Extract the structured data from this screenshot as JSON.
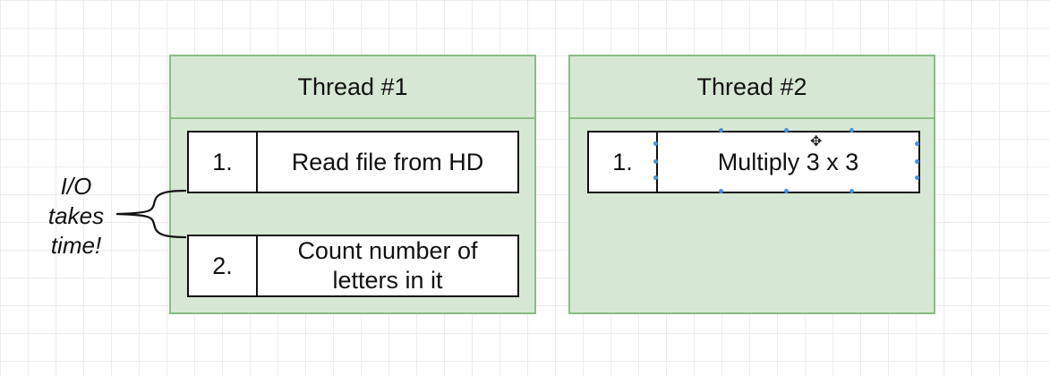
{
  "threads": [
    {
      "title": "Thread #1",
      "tasks": [
        {
          "num": "1.",
          "text": "Read file from HD"
        },
        {
          "num": "2.",
          "text": "Count number of letters in it"
        }
      ]
    },
    {
      "title": "Thread #2",
      "tasks": [
        {
          "num": "1.",
          "text": "Multiply 3 x 3"
        }
      ]
    }
  ],
  "annotation": {
    "lines": [
      "I/O",
      "takes",
      "time!"
    ]
  },
  "colors": {
    "thread_fill": "#d6e8d4",
    "thread_border": "#89bd85",
    "task_border": "#111111",
    "selection": "#4a90e2"
  },
  "icons": {
    "brace": "curly-brace-icon",
    "cursor": "move-cursor-icon"
  }
}
